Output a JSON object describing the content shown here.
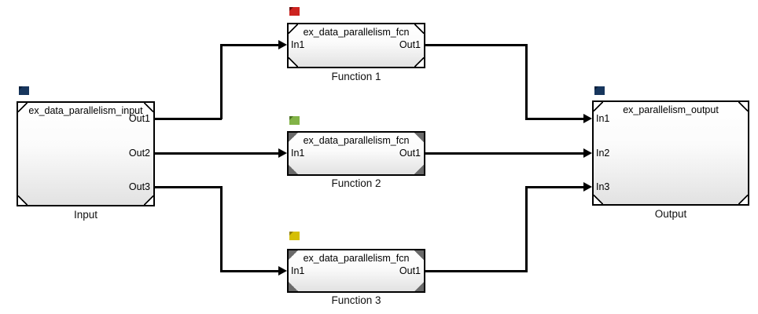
{
  "blocks": {
    "input": {
      "title": "ex_data_parallelism_input",
      "name": "Input",
      "ports": {
        "out1": "Out1",
        "out2": "Out2",
        "out3": "Out3"
      },
      "badge_color": "#17365d",
      "badge_fold": "#0b1f3a"
    },
    "fcn1": {
      "title": "ex_data_parallelism_fcn",
      "name": "Function 1",
      "ports": {
        "in1": "In1",
        "out1": "Out1"
      },
      "badge_color": "#cd2420",
      "badge_fold": "#6f100e"
    },
    "fcn2": {
      "title": "ex_data_parallelism_fcn",
      "name": "Function 2",
      "ports": {
        "in1": "In1",
        "out1": "Out1"
      },
      "badge_color": "#82b347",
      "badge_fold": "#4c7423"
    },
    "fcn3": {
      "title": "ex_data_parallelism_fcn",
      "name": "Function 3",
      "ports": {
        "in1": "In1",
        "out1": "Out1"
      },
      "badge_color": "#d5bf04",
      "badge_fold": "#8f7e02"
    },
    "output": {
      "title": "ex_parallelism_output",
      "name": "Output",
      "ports": {
        "in1": "In1",
        "in2": "In2",
        "in3": "In3"
      },
      "badge_color": "#17365d",
      "badge_fold": "#0b1f3a"
    }
  },
  "connections": [
    {
      "from": "Input/Out1",
      "to": "Function 1/In1"
    },
    {
      "from": "Input/Out2",
      "to": "Function 2/In1"
    },
    {
      "from": "Input/Out3",
      "to": "Function 3/In1"
    },
    {
      "from": "Function 1/Out1",
      "to": "Output/In1"
    },
    {
      "from": "Function 2/Out1",
      "to": "Output/In2"
    },
    {
      "from": "Function 3/Out1",
      "to": "Output/In3"
    }
  ],
  "colors": {
    "background": "#ffffff",
    "wire": "#000000",
    "block_border": "#000000",
    "block_fill_top": "#ffffff",
    "block_fill_bottom": "#e2e2e2",
    "bevel_gray": "#6a6a6a"
  }
}
